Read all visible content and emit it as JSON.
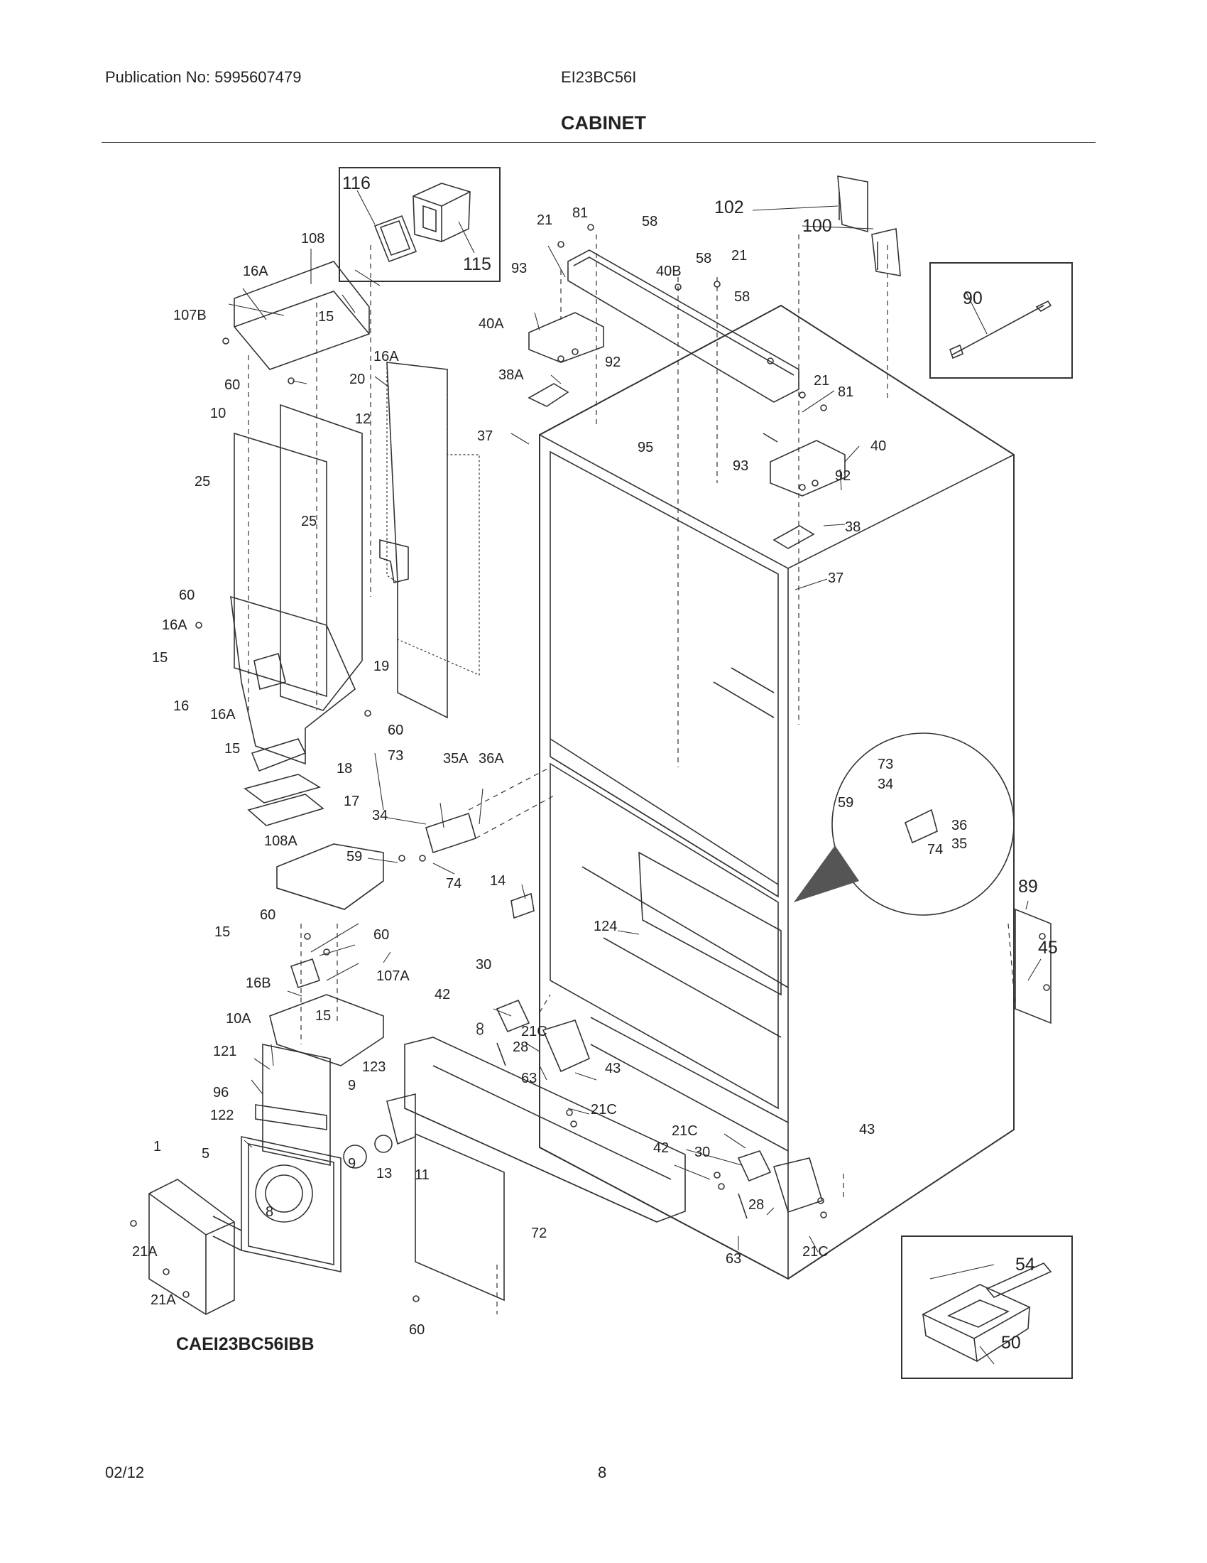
{
  "header": {
    "publication": "Publication No: 5995607479",
    "model": "EI23BC56I",
    "title": "CABINET"
  },
  "footer": {
    "date": "02/12",
    "page": "8"
  },
  "diagram_code": "CAEI23BC56IBB",
  "callouts": {
    "c116": "116",
    "c115": "115",
    "c108": "108",
    "c16A_a": "16A",
    "c107B": "107B",
    "c15_a": "15",
    "c16A_b": "16A",
    "c60_a": "60",
    "c20": "20",
    "c10": "10",
    "c12": "12",
    "c25_a": "25",
    "c25_b": "25",
    "c60_b": "60",
    "c16A_c": "16A",
    "c15_b": "15",
    "c16": "16",
    "c16A_d": "16A",
    "c15_c": "15",
    "c19": "19",
    "c60_c": "60",
    "c18": "18",
    "c17": "17",
    "c21_a": "21",
    "c81_a": "81",
    "c58_a": "58",
    "c93_a": "93",
    "c40B": "40B",
    "c58_b": "58",
    "c21_b": "21",
    "c40A": "40A",
    "c92_a": "92",
    "c38A": "38A",
    "c58_c": "58",
    "c102": "102",
    "c100": "100",
    "c90": "90",
    "c21_c": "21",
    "c81_b": "81",
    "c95": "95",
    "c93_b": "93",
    "c40": "40",
    "c92_b": "92",
    "c37_a": "37",
    "c38": "38",
    "c37_b": "37",
    "c73_a": "73",
    "c35A": "35A",
    "c36A": "36A",
    "c34_a": "34",
    "c59_a": "59",
    "c74_a": "74",
    "c14": "14",
    "c73_b": "73",
    "c34_b": "34",
    "c59_b": "59",
    "c36": "36",
    "c74_b": "74",
    "c35": "35",
    "c89": "89",
    "c45": "45",
    "c124": "124",
    "c108A": "108A",
    "c60_d": "60",
    "c15_d": "15",
    "c60_e": "60",
    "c16B": "16B",
    "c107A": "107A",
    "c15_e": "15",
    "c10A": "10A",
    "c30_a": "30",
    "c42_a": "42",
    "c21C_a": "21C",
    "c28_a": "28",
    "c63_a": "63",
    "c43_a": "43",
    "c21C_b": "21C",
    "c121": "121",
    "c123": "123",
    "c96": "96",
    "c9_a": "9",
    "c122": "122",
    "c1": "1",
    "c5": "5",
    "c9_b": "9",
    "c13": "13",
    "c11": "11",
    "c8": "8",
    "c21A_a": "21A",
    "c21A_b": "21A",
    "c72": "72",
    "c60_f": "60",
    "c21C_c": "21C",
    "c42_b": "42",
    "c30_b": "30",
    "c43_b": "43",
    "c28_b": "28",
    "c63_b": "63",
    "c21C_d": "21C",
    "c54": "54",
    "c50": "50"
  }
}
